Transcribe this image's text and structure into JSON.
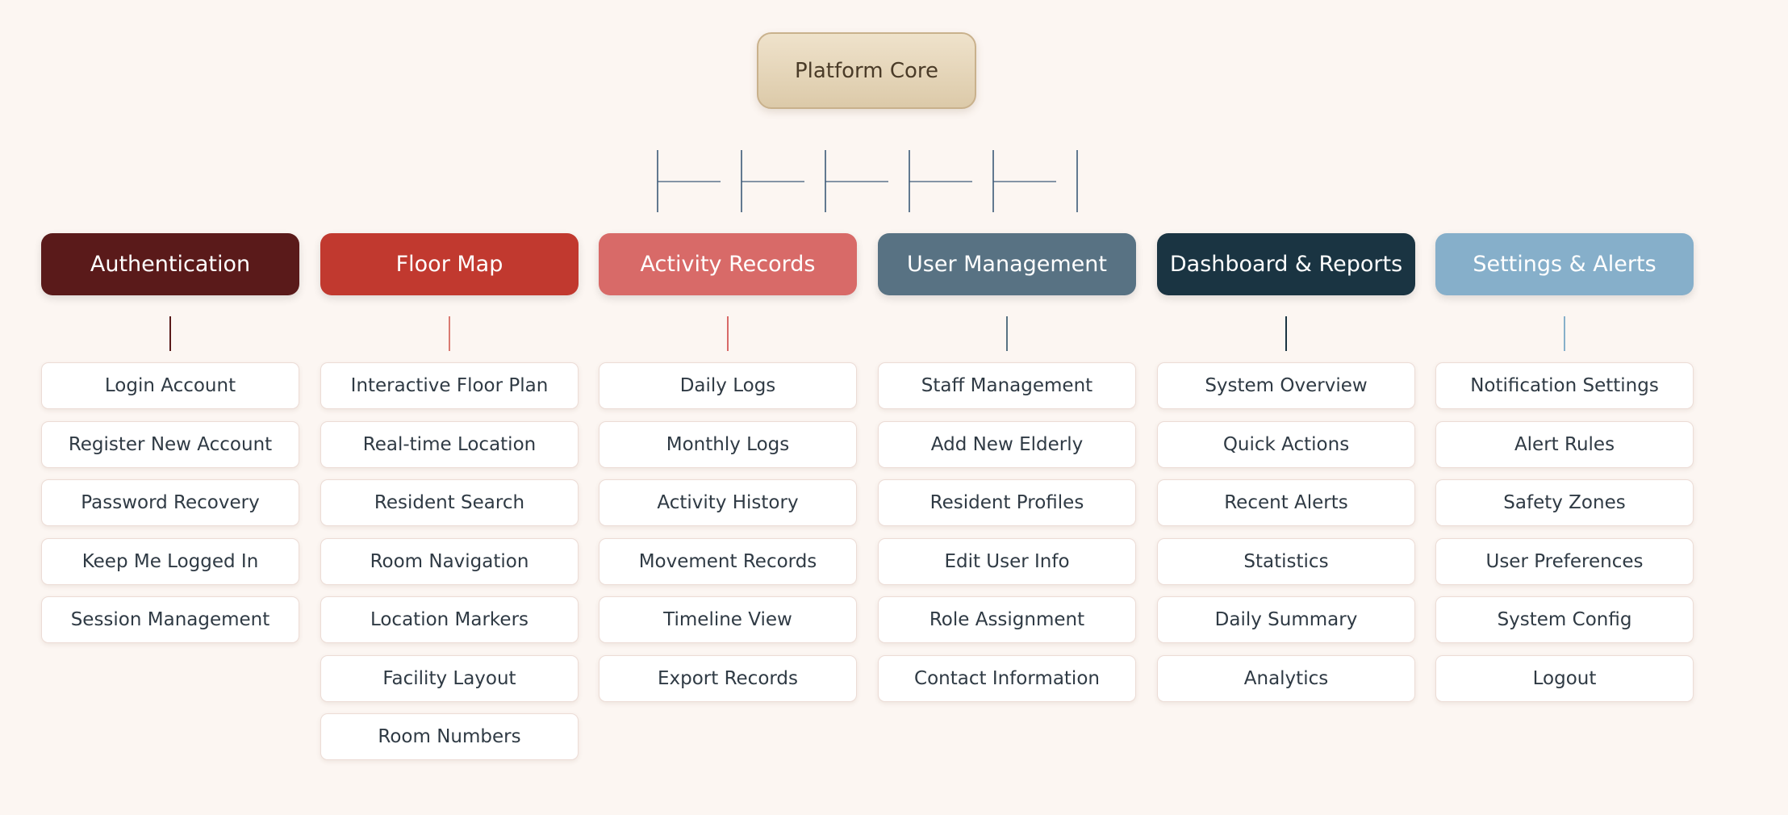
{
  "root": {
    "label": "Platform Core"
  },
  "columns": [
    {
      "title": "Authentication",
      "color": "#5a1a1a",
      "stem_color": "#5a1a1a",
      "items": [
        "Login Account",
        "Register New Account",
        "Password Recovery",
        "Keep Me Logged In",
        "Session Management"
      ]
    },
    {
      "title": "Floor Map",
      "color": "#c1392f",
      "stem_color": "#d97a72",
      "items": [
        "Interactive Floor Plan",
        "Real-time Location",
        "Resident Search",
        "Room Navigation",
        "Location Markers",
        "Facility Layout",
        "Room Numbers"
      ]
    },
    {
      "title": "Activity Records",
      "color": "#d86a68",
      "stem_color": "#d86a68",
      "items": [
        "Daily Logs",
        "Monthly Logs",
        "Activity History",
        "Movement Records",
        "Timeline View",
        "Export Records"
      ]
    },
    {
      "title": "User Management",
      "color": "#587283",
      "stem_color": "#587283",
      "items": [
        "Staff Management",
        "Add New Elderly",
        "Resident Profiles",
        "Edit User Info",
        "Role Assignment",
        "Contact Information"
      ]
    },
    {
      "title": "Dashboard & Reports",
      "color": "#1a3442",
      "stem_color": "#1a3442",
      "items": [
        "System Overview",
        "Quick Actions",
        "Recent Alerts",
        "Statistics",
        "Daily Summary",
        "Analytics"
      ]
    },
    {
      "title": "Settings & Alerts",
      "color": "#86afca",
      "stem_color": "#86afca",
      "items": [
        "Notification Settings",
        "Alert Rules",
        "Safety Zones",
        "User Preferences",
        "System Config",
        "Logout"
      ]
    }
  ],
  "connector_color": "#3c5a78"
}
